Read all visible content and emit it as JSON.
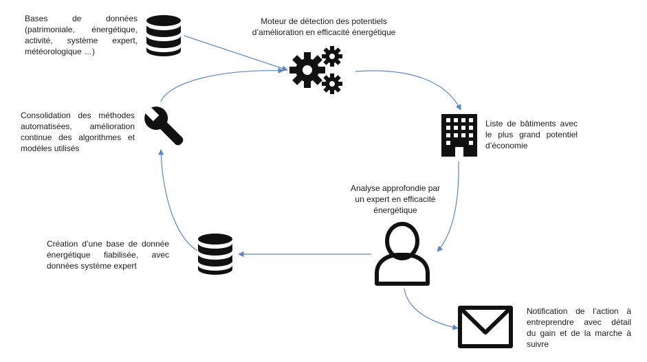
{
  "nodes": {
    "databases": {
      "icon": "database-icon",
      "lines": [
        "Bases de données",
        "(patrimoniale, énergétique,",
        "activité, système expert,",
        "météorologique …)"
      ]
    },
    "engine": {
      "icon": "gears-icon",
      "lines": [
        "Moteur de détection des potentiels",
        "d’amélioration en efficacité énergétique"
      ]
    },
    "buildings": {
      "icon": "building-icon",
      "lines": [
        "Liste de bâtiments avec",
        "le plus grand potentiel",
        "d’économie"
      ]
    },
    "expert": {
      "icon": "user-icon",
      "lines": [
        "Analyse approfondie par",
        "un expert en efficacité",
        "énergétique"
      ]
    },
    "notification": {
      "icon": "envelope-icon",
      "lines": [
        "Notification de l’action à",
        "entreprendre avec détail",
        "du gain et de la marche à",
        "suivre"
      ]
    },
    "reliable_db": {
      "icon": "database-icon",
      "lines": [
        "Création d’une base de donnée",
        "énergétique fiabilisée, avec",
        "données système expert"
      ]
    },
    "consolidation": {
      "icon": "wrench-icon",
      "lines": [
        "Consolidation des méthodes",
        "automatisées, amélioration",
        "continue des algorithmes et",
        "modèles utilisés"
      ]
    }
  },
  "colors": {
    "arrow": "#5b86c4",
    "icon": "#111111",
    "text": "#1a1a1a"
  }
}
